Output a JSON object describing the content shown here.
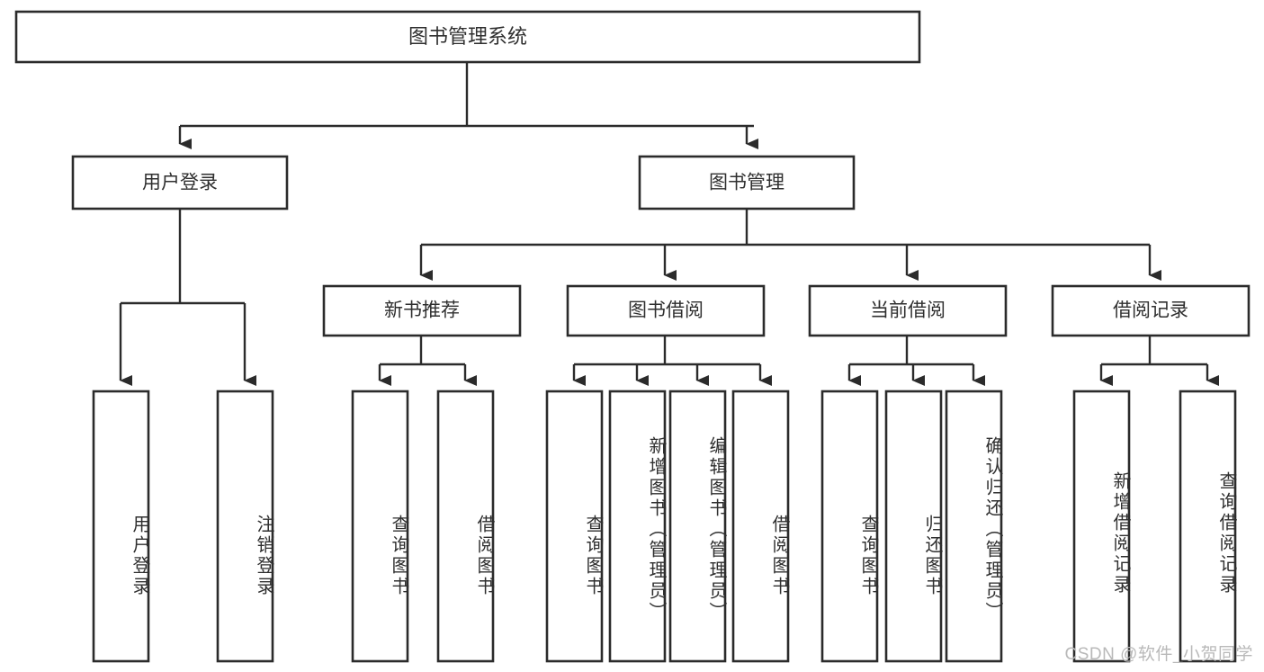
{
  "diagram": {
    "title": "图书管理系统",
    "watermark": "CSDN @软件_小贺同学",
    "root": {
      "label": "图书管理系统"
    },
    "level1": [
      {
        "label": "用户登录"
      },
      {
        "label": "图书管理"
      }
    ],
    "level2": [
      {
        "label": "新书推荐"
      },
      {
        "label": "图书借阅"
      },
      {
        "label": "当前借阅"
      },
      {
        "label": "借阅记录"
      }
    ],
    "leaves": {
      "user_login": [
        {
          "label": "用户登录"
        },
        {
          "label": "注销登录"
        }
      ],
      "new_book_recommend": [
        {
          "label": "查询图书"
        },
        {
          "label": "借阅图书"
        }
      ],
      "book_borrow": [
        {
          "label": "查询图书"
        },
        {
          "label": "新增图书（管理员）"
        },
        {
          "label": "编辑图书（管理员）"
        },
        {
          "label": "借阅图书"
        }
      ],
      "current_borrow": [
        {
          "label": "查询图书"
        },
        {
          "label": "归还图书"
        },
        {
          "label": "确认归还（管理员）"
        }
      ],
      "borrow_record": [
        {
          "label": "新增借阅记录"
        },
        {
          "label": "查询借阅记录"
        }
      ]
    },
    "colors": {
      "stroke": "#2b2b2b",
      "fill": "#ffffff",
      "text": "#2f2f2f",
      "watermark": "#b9b9b9"
    }
  }
}
